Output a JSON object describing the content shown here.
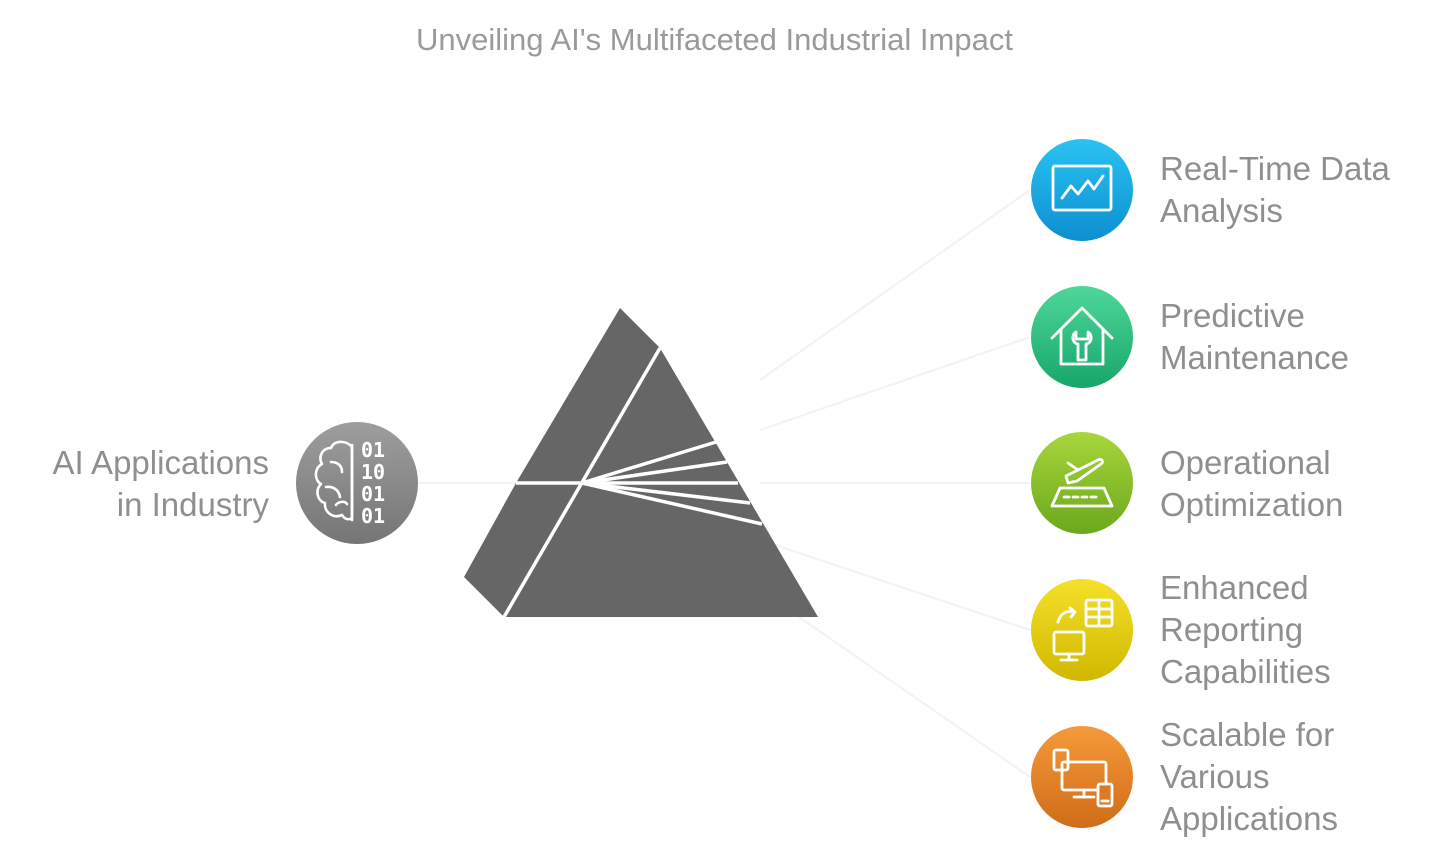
{
  "title": "Unveiling AI's Multifaceted Industrial Impact",
  "input": {
    "label_lines": [
      "AI Applications",
      "in Industry"
    ],
    "icon": "brain-binary-icon",
    "color": "#8c8c8c",
    "binary_rows": [
      "01",
      "10",
      "01",
      "01"
    ]
  },
  "prism_color": "#666666",
  "outputs": [
    {
      "label_lines": [
        "Real-Time Data",
        "Analysis"
      ],
      "icon": "chart-monitor-icon",
      "color_top": "#29c3f2",
      "color_bottom": "#0d8fd1"
    },
    {
      "label_lines": [
        "Predictive",
        "Maintenance"
      ],
      "icon": "house-wrench-icon",
      "color_top": "#4fd79a",
      "color_bottom": "#17a66a"
    },
    {
      "label_lines": [
        "Operational",
        "Optimization"
      ],
      "icon": "airplane-runway-icon",
      "color_top": "#a9d63c",
      "color_bottom": "#6aa81c"
    },
    {
      "label_lines": [
        "Enhanced",
        "Reporting",
        "Capabilities"
      ],
      "icon": "report-sync-icon",
      "color_top": "#f5e02a",
      "color_bottom": "#d1b800"
    },
    {
      "label_lines": [
        "Scalable for",
        "Various",
        "Applications"
      ],
      "icon": "devices-icon",
      "color_top": "#f59a3a",
      "color_bottom": "#d06c18"
    }
  ]
}
